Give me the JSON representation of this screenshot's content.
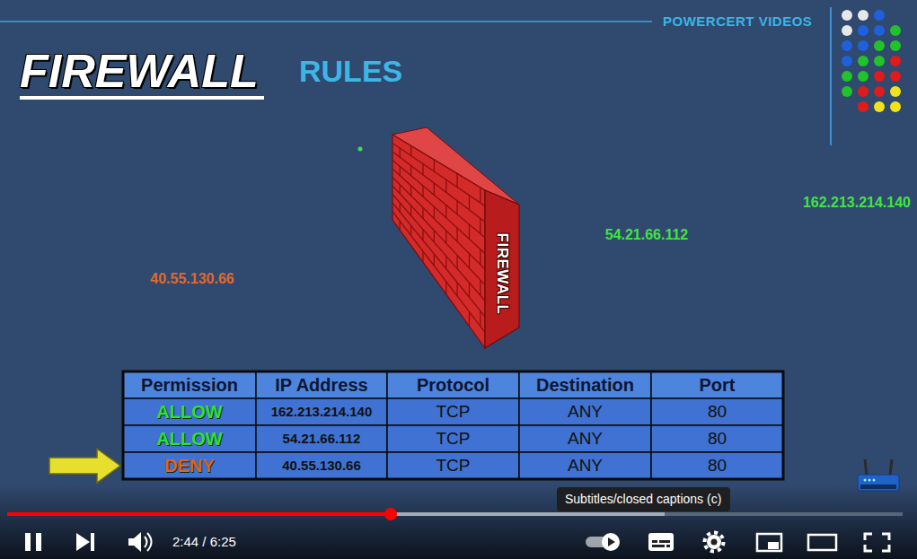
{
  "diagram": {
    "title": "FIREWALL",
    "nodes": [
      {
        "text": [
          "FIREWALL"
        ]
      },
      {
        "text": [
          "Subtitles/closed captions (c)"
        ]
      }
    ],
    "labels": [
      "RULES",
      "POWERCERT VIDEOS",
      "162.213.214.140",
      "54.21.66.112",
      "40.55.130.66",
      "Permission",
      "IP Address",
      "Protocol",
      "Destination",
      "Port",
      "ALLOW",
      "162.213.214.140",
      "TCP",
      "ANY",
      "80",
      "ALLOW",
      "54.21.66.112",
      "TCP",
      "ANY",
      "80",
      "DENY",
      "40.55.130.66",
      "TCP",
      "ANY",
      "80",
      "2:44 / 6:25"
    ]
  }
}
